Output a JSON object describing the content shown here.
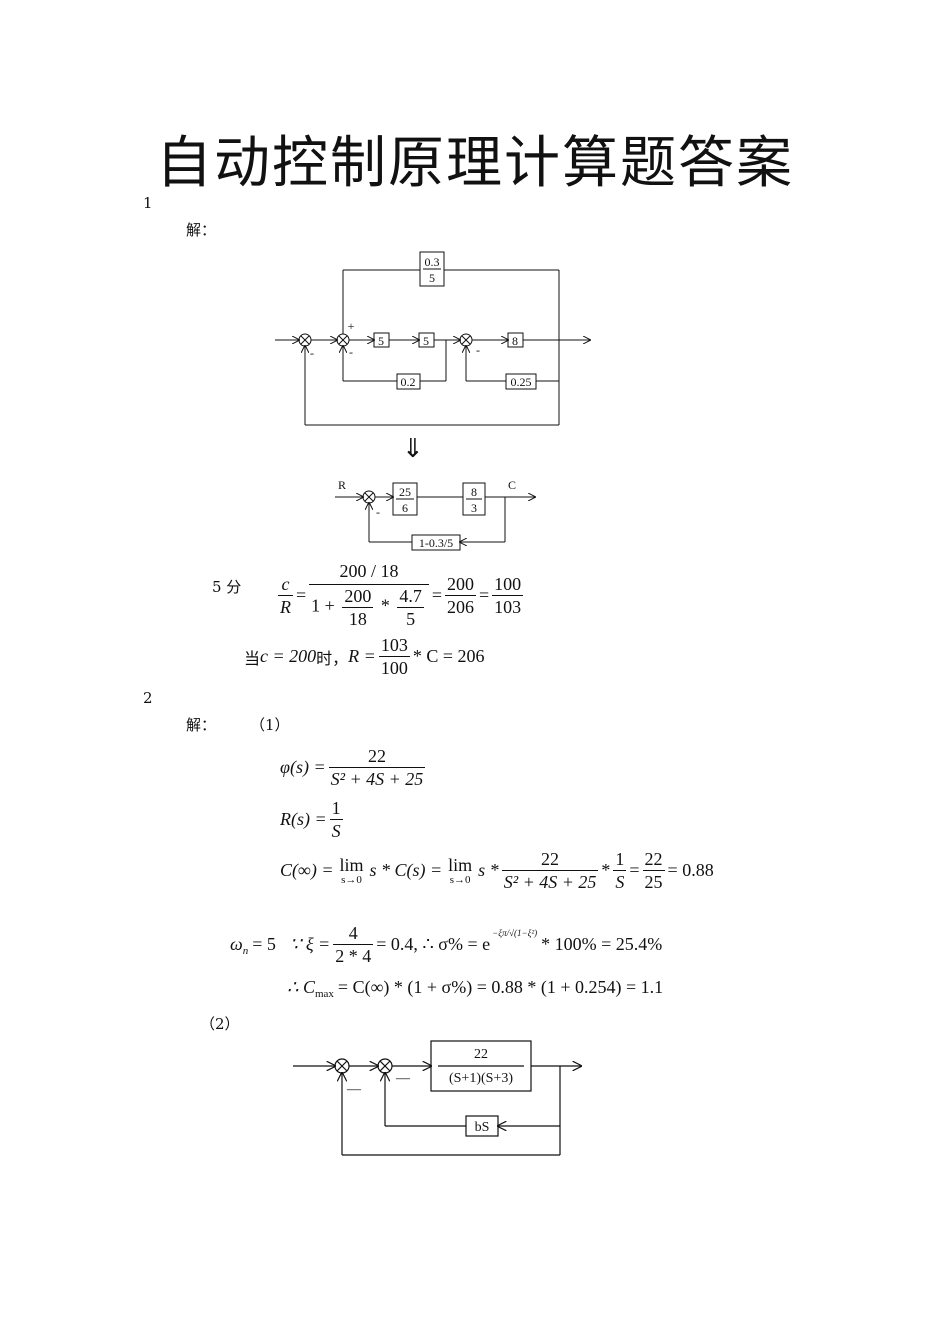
{
  "title": "自动控制原理计算题答案",
  "q1": {
    "number": "1",
    "solution_label": "解：",
    "diagram1": {
      "top_block": [
        "0.3",
        "5"
      ],
      "plus": "+",
      "minus": "-",
      "g1": "5",
      "g2": "5",
      "g3": "8",
      "fb1": "0.2",
      "fb2": "0.25"
    },
    "arrow": "⇓",
    "diagram2": {
      "R": "R",
      "C": "C",
      "block1": [
        "25",
        "6"
      ],
      "block2": [
        "8",
        "3"
      ],
      "feedback": "1-0.3/5",
      "minus": "-"
    },
    "score": "5 分",
    "eq1": {
      "lhs_num": "c",
      "lhs_den": "R",
      "f1_num": "200 / 18",
      "f1_den_pre": "1 +",
      "f1_den_a_num": "200",
      "f1_den_a_den": "18",
      "f1_den_mul": "*",
      "f1_den_b_num": "4.7",
      "f1_den_b_den": "5",
      "f2_num": "200",
      "f2_den": "206",
      "f3_num": "100",
      "f3_den": "103"
    },
    "eq2": {
      "when": "当",
      "cond": "c = 200",
      "time": "时，",
      "lhs": "R =",
      "f_num": "103",
      "f_den": "100",
      "rhs": "* C = 206"
    }
  },
  "q2": {
    "number": "2",
    "solution_label": "解：",
    "part1": "（1）",
    "phi": {
      "lhs": "φ(s) =",
      "num": "22",
      "den": "S² + 4S + 25"
    },
    "R": {
      "lhs": "R(s) =",
      "num": "1",
      "den": "S"
    },
    "Cinf": {
      "lhs": "C(∞) =",
      "lim1": "lim",
      "lim1_sub": "s→0",
      "t1": "s * C(s) =",
      "lim2": "lim",
      "lim2_sub": "s→0",
      "t2": "s *",
      "f1_num": "22",
      "f1_den": "S² + 4S + 25",
      "mul": "*",
      "f2_num": "1",
      "f2_den": "S",
      "f3_num": "22",
      "f3_den": "25",
      "result": "= 0.88"
    },
    "omega": {
      "lhs": "ω",
      "lhs_sub": "n",
      "lhs_val": "= 5",
      "because": "∵ ξ =",
      "f_num": "4",
      "f_den": "2 * 4",
      "mid": "= 0.4, ∴ σ% = e",
      "exp": "−ξπ/√(1−ξ²)",
      "tail": "* 100% = 25.4%"
    },
    "cmax": {
      "lhs": "∴ C",
      "sub": "max",
      "rhs": "= C(∞) * (1 + σ%) = 0.88 * (1 + 0.254) = 1.1"
    },
    "part2": "（2）",
    "diagram3": {
      "block_num": "22",
      "block_den": "(S+1)(S+3)",
      "feedback": "bS",
      "minus1": "—",
      "minus2": "—"
    }
  }
}
